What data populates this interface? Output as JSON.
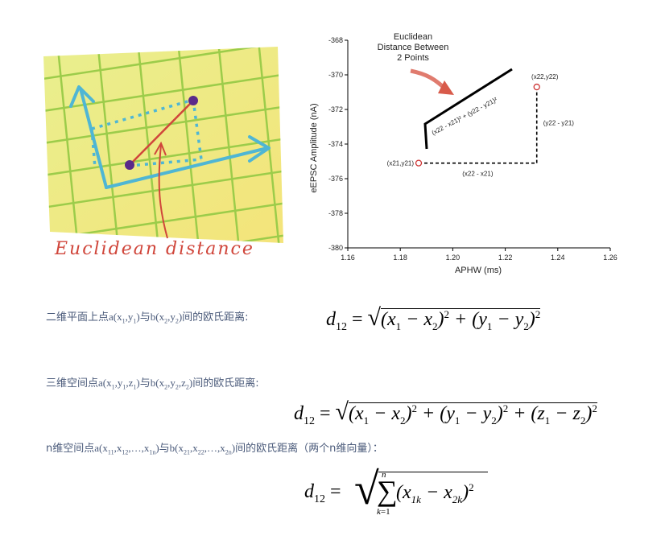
{
  "illustration": {
    "caption": "Euclidean distance"
  },
  "chart": {
    "title_lines": [
      "Euclidean",
      "Distance Between",
      "2 Points"
    ],
    "xlabel": "APHW (ms)",
    "ylabel": "eEPSC Amplitude (nA)",
    "x_ticks": [
      "1.16",
      "1.18",
      "1.20",
      "1.22",
      "1.24",
      "1.26"
    ],
    "y_ticks": [
      "-368",
      "-370",
      "-372",
      "-374",
      "-376",
      "-378",
      "-380"
    ],
    "point1_label": "(x21,y21)",
    "point2_label": "(x22,y22)",
    "dx_label": "(x22 - x21)",
    "dy_label": "(y22 - y21)",
    "formula_label": "(x22 - x21)² + (y22 - y21)²",
    "accent": "#cc3333"
  },
  "chart_data": {
    "type": "scatter",
    "xlabel": "APHW (ms)",
    "ylabel": "eEPSC Amplitude (nA)",
    "xlim": [
      1.16,
      1.26
    ],
    "ylim": [
      -380,
      -368
    ],
    "points": [
      {
        "label": "(x21,y21)",
        "x": 1.187,
        "y": -375.1
      },
      {
        "label": "(x22,y22)",
        "x": 1.232,
        "y": -370.7
      }
    ]
  },
  "captions": {
    "c2d_prefix": "二维平面上点",
    "c2d_a": "a(x",
    "c2d_suffix": "间的欧氏距离:",
    "c3d_prefix": "三维空间点",
    "c3d_suffix": "间的欧氏距离:",
    "cn_prefix": "n维空间点",
    "cn_suffix": "间的欧氏距离（两个n维向量）："
  }
}
